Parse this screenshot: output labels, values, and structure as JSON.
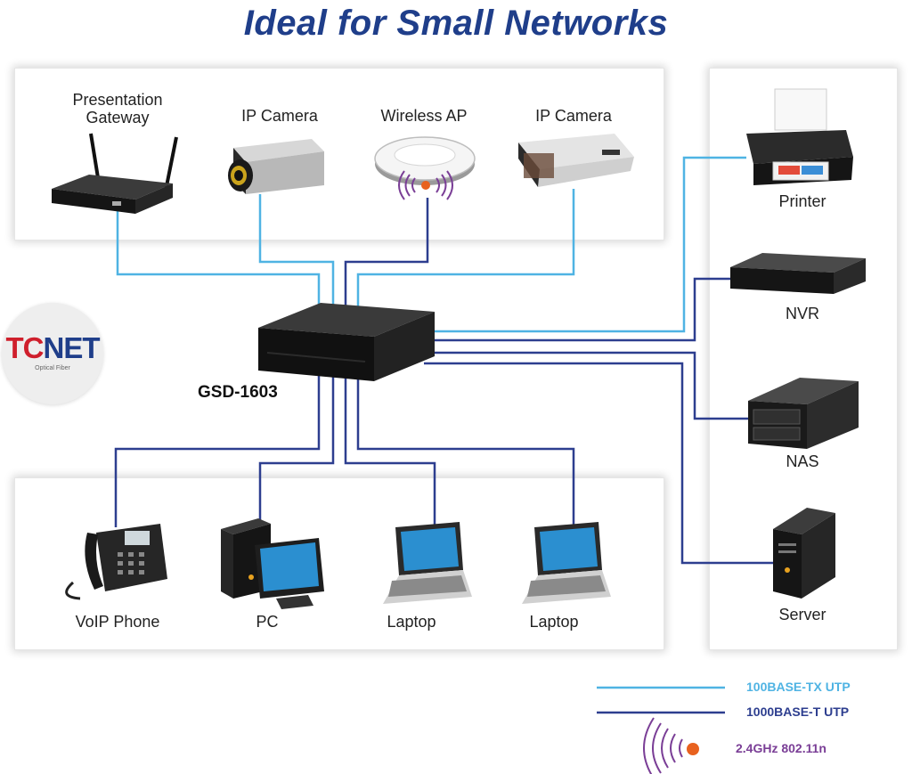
{
  "title": "Ideal for Small Networks",
  "switch_model": "GSD-1603",
  "logo": {
    "brand_tc": "TC",
    "brand_net": "NET",
    "tagline": "Optical Fiber"
  },
  "devices": {
    "presentation_gateway": [
      "Presentation",
      "Gateway"
    ],
    "ip_camera_1": "IP Camera",
    "wireless_ap": "Wireless AP",
    "ip_camera_2": "IP Camera",
    "printer": "Printer",
    "nvr": "NVR",
    "nas": "NAS",
    "server": "Server",
    "voip_phone": "VoIP Phone",
    "pc": "PC",
    "laptop_1": "Laptop",
    "laptop_2": "Laptop"
  },
  "legend": {
    "fast_ethernet": "100BASE-TX UTP",
    "gigabit": "1000BASE-T UTP",
    "wireless": "2.4GHz 802.11n"
  },
  "colors": {
    "title": "#1f3e8a",
    "fast_ethernet_line": "#4fb3e3",
    "gigabit_line": "#2d3e8f",
    "wireless": "#7a3e96"
  }
}
